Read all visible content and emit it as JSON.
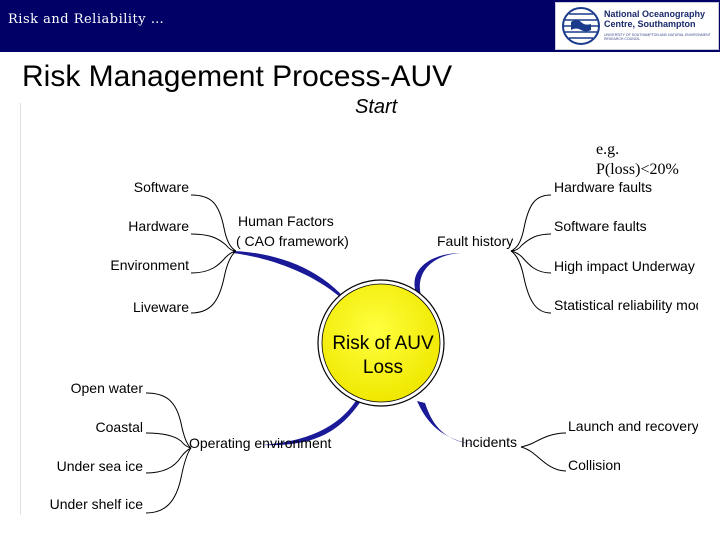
{
  "header": {
    "title": "Risk and Reliability …",
    "logo": {
      "name": "National Oceanography Centre, Southampton",
      "line1": "National Oceanography",
      "line2": "Centre, Southampton",
      "subtitle": "UNIVERSITY OF SOUTHAMPTON AND NATURAL ENVIRONMENT RESEARCH COUNCIL"
    }
  },
  "slide_title": "Risk Management Process-AUV",
  "start_label": "Start",
  "note": {
    "line1": "e.g.",
    "line2": "P(loss)<20%"
  },
  "mindmap": {
    "center": {
      "line1": "Risk of AUV",
      "line2": "Loss"
    },
    "branches": [
      {
        "id": "human-factors",
        "label_line1": "Human Factors",
        "label_line2": "( CAO framework)",
        "leaves": [
          "Software",
          "Hardware",
          "Environment",
          "Liveware"
        ]
      },
      {
        "id": "fault-history",
        "label_line1": "Fault history",
        "leaves": [
          "Hardware faults",
          "Software faults",
          "High impact Underway",
          "Statistical reliability model"
        ]
      },
      {
        "id": "operating-environment",
        "label_line1": "Operating environment",
        "leaves": [
          "Open water",
          "Coastal",
          "Under sea ice",
          "Under shelf ice"
        ]
      },
      {
        "id": "incidents",
        "label_line1": "Incidents",
        "leaves": [
          "Launch and recovery",
          "Collision"
        ]
      }
    ],
    "colors": {
      "center_fill": "#ffff00",
      "branch": "#1a1a99",
      "banner": "#000066"
    }
  }
}
